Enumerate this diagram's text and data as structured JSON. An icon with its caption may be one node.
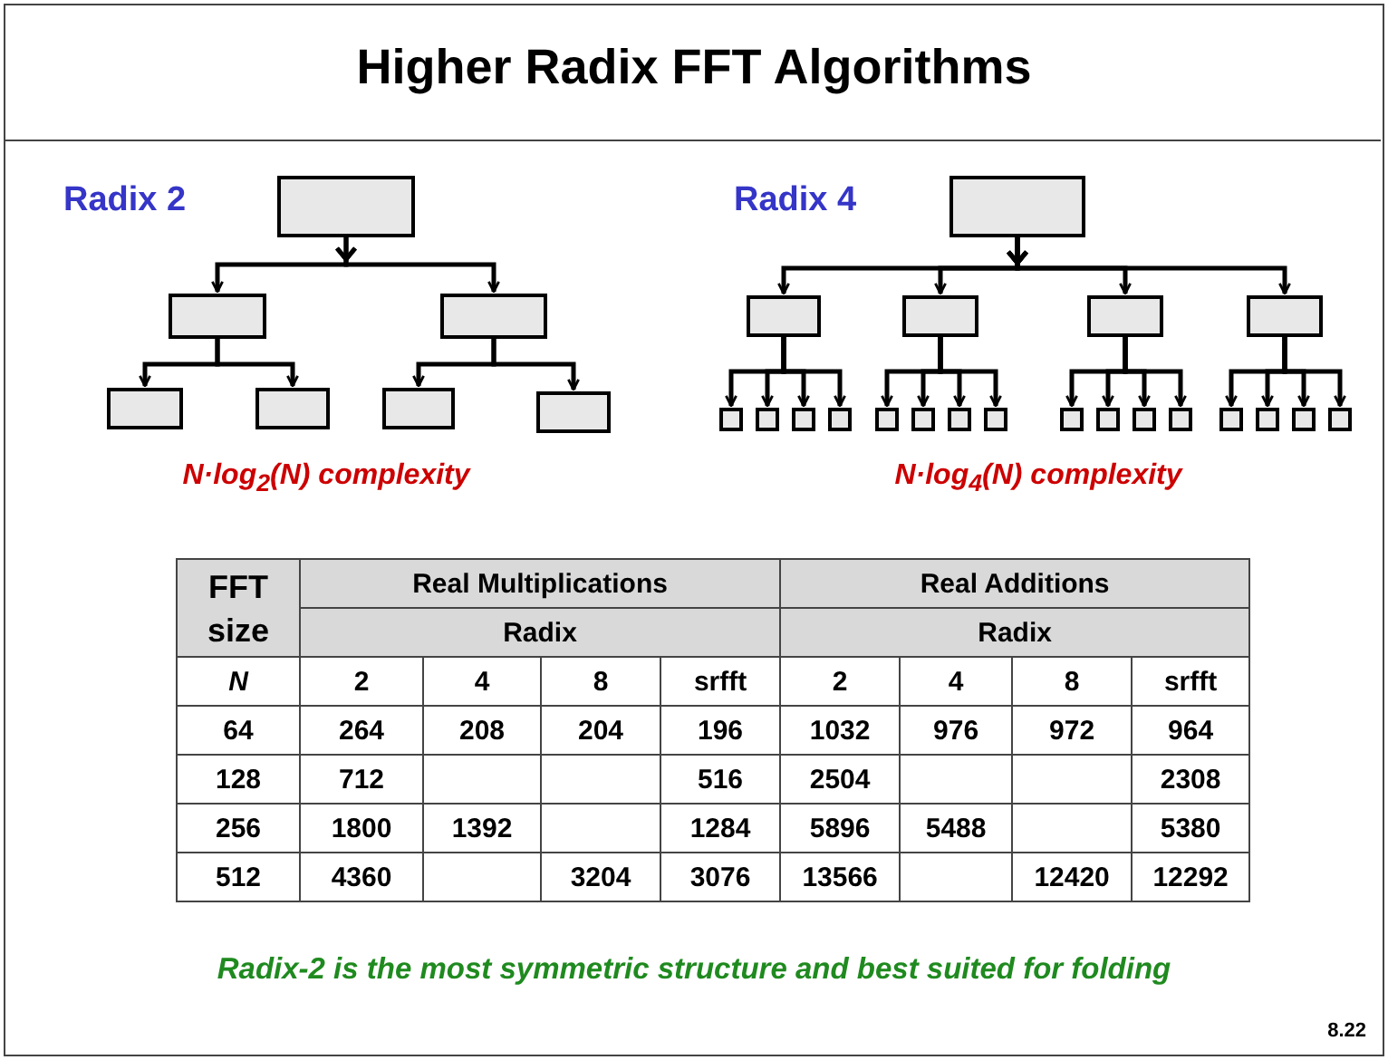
{
  "diagram": {
    "title": "Higher Radix FFT Algorithms",
    "caption": "Radix-2 is the most symmetric structure and best suited for folding",
    "nodes": [
      {
        "text": [],
        "shape": "box"
      },
      {
        "text": [],
        "shape": "box"
      },
      {
        "text": [],
        "shape": "box"
      },
      {
        "text": [],
        "shape": "box"
      },
      {
        "text": [],
        "shape": "box"
      },
      {
        "text": [],
        "shape": "box"
      },
      {
        "text": [],
        "shape": "box"
      },
      {
        "text": [],
        "shape": "box"
      },
      {
        "text": [],
        "shape": "box"
      },
      {
        "text": [],
        "shape": "box"
      },
      {
        "text": [],
        "shape": "box"
      },
      {
        "text": [],
        "shape": "box"
      },
      {
        "text": [],
        "shape": "box"
      },
      {
        "text": [],
        "shape": "box"
      },
      {
        "text": [],
        "shape": "box"
      },
      {
        "text": [],
        "shape": "box"
      },
      {
        "text": [],
        "shape": "box"
      },
      {
        "text": [],
        "shape": "box"
      },
      {
        "text": [],
        "shape": "box"
      },
      {
        "text": [],
        "shape": "box"
      },
      {
        "text": [],
        "shape": "box"
      },
      {
        "text": [],
        "shape": "box"
      },
      {
        "text": [],
        "shape": "box"
      },
      {
        "text": [],
        "shape": "box"
      },
      {
        "text": [],
        "shape": "box"
      },
      {
        "text": [],
        "shape": "box"
      },
      {
        "text": [],
        "shape": "box"
      },
      {
        "text": [],
        "shape": "box"
      }
    ],
    "edges": [
      {
        "from": 0,
        "to": 1,
        "arrow": "to"
      },
      {
        "from": 0,
        "to": 2,
        "arrow": "to"
      },
      {
        "from": 1,
        "to": 3,
        "arrow": "to"
      },
      {
        "from": 1,
        "to": 4,
        "arrow": "to"
      },
      {
        "from": 2,
        "to": 5,
        "arrow": "to"
      },
      {
        "from": 2,
        "to": 6,
        "arrow": "to"
      },
      {
        "from": 7,
        "to": 8,
        "arrow": "to"
      },
      {
        "from": 7,
        "to": 9,
        "arrow": "to"
      },
      {
        "from": 7,
        "to": 10,
        "arrow": "to"
      },
      {
        "from": 7,
        "to": 11,
        "arrow": "to"
      },
      {
        "from": 8,
        "to": 12,
        "arrow": "to"
      },
      {
        "from": 8,
        "to": 13,
        "arrow": "to"
      },
      {
        "from": 8,
        "to": 14,
        "arrow": "to"
      },
      {
        "from": 8,
        "to": 15,
        "arrow": "to"
      },
      {
        "from": 9,
        "to": 16,
        "arrow": "to"
      },
      {
        "from": 9,
        "to": 17,
        "arrow": "to"
      },
      {
        "from": 9,
        "to": 18,
        "arrow": "to"
      },
      {
        "from": 9,
        "to": 19,
        "arrow": "to"
      },
      {
        "from": 10,
        "to": 20,
        "arrow": "to"
      },
      {
        "from": 10,
        "to": 21,
        "arrow": "to"
      },
      {
        "from": 10,
        "to": 22,
        "arrow": "to"
      },
      {
        "from": 10,
        "to": 23,
        "arrow": "to"
      },
      {
        "from": 11,
        "to": 24,
        "arrow": "to"
      },
      {
        "from": 11,
        "to": 25,
        "arrow": "to"
      },
      {
        "from": 11,
        "to": 26,
        "arrow": "to"
      },
      {
        "from": 11,
        "to": 27,
        "arrow": "to"
      }
    ],
    "labels": [
      "Radix 2",
      "Radix 4",
      "N·log$_{2}$(N) complexity",
      "N·log$_{4}$(N) complexity",
      "FFT size",
      "Real Multiplications",
      "Real Additions",
      "Radix",
      "Radix",
      "N",
      "2",
      "4",
      "8",
      "srfft",
      "2",
      "4",
      "8",
      "srfft",
      "64",
      "264",
      "208",
      "204",
      "196",
      "1032",
      "976",
      "972",
      "964",
      "128",
      "712",
      "516",
      "2504",
      "2308",
      "256",
      "1800",
      "1392",
      "1284",
      "5896",
      "5488",
      "5380",
      "512",
      "4360",
      "3204",
      "3076",
      "13566",
      "12420",
      "12292",
      "8.22"
    ]
  }
}
